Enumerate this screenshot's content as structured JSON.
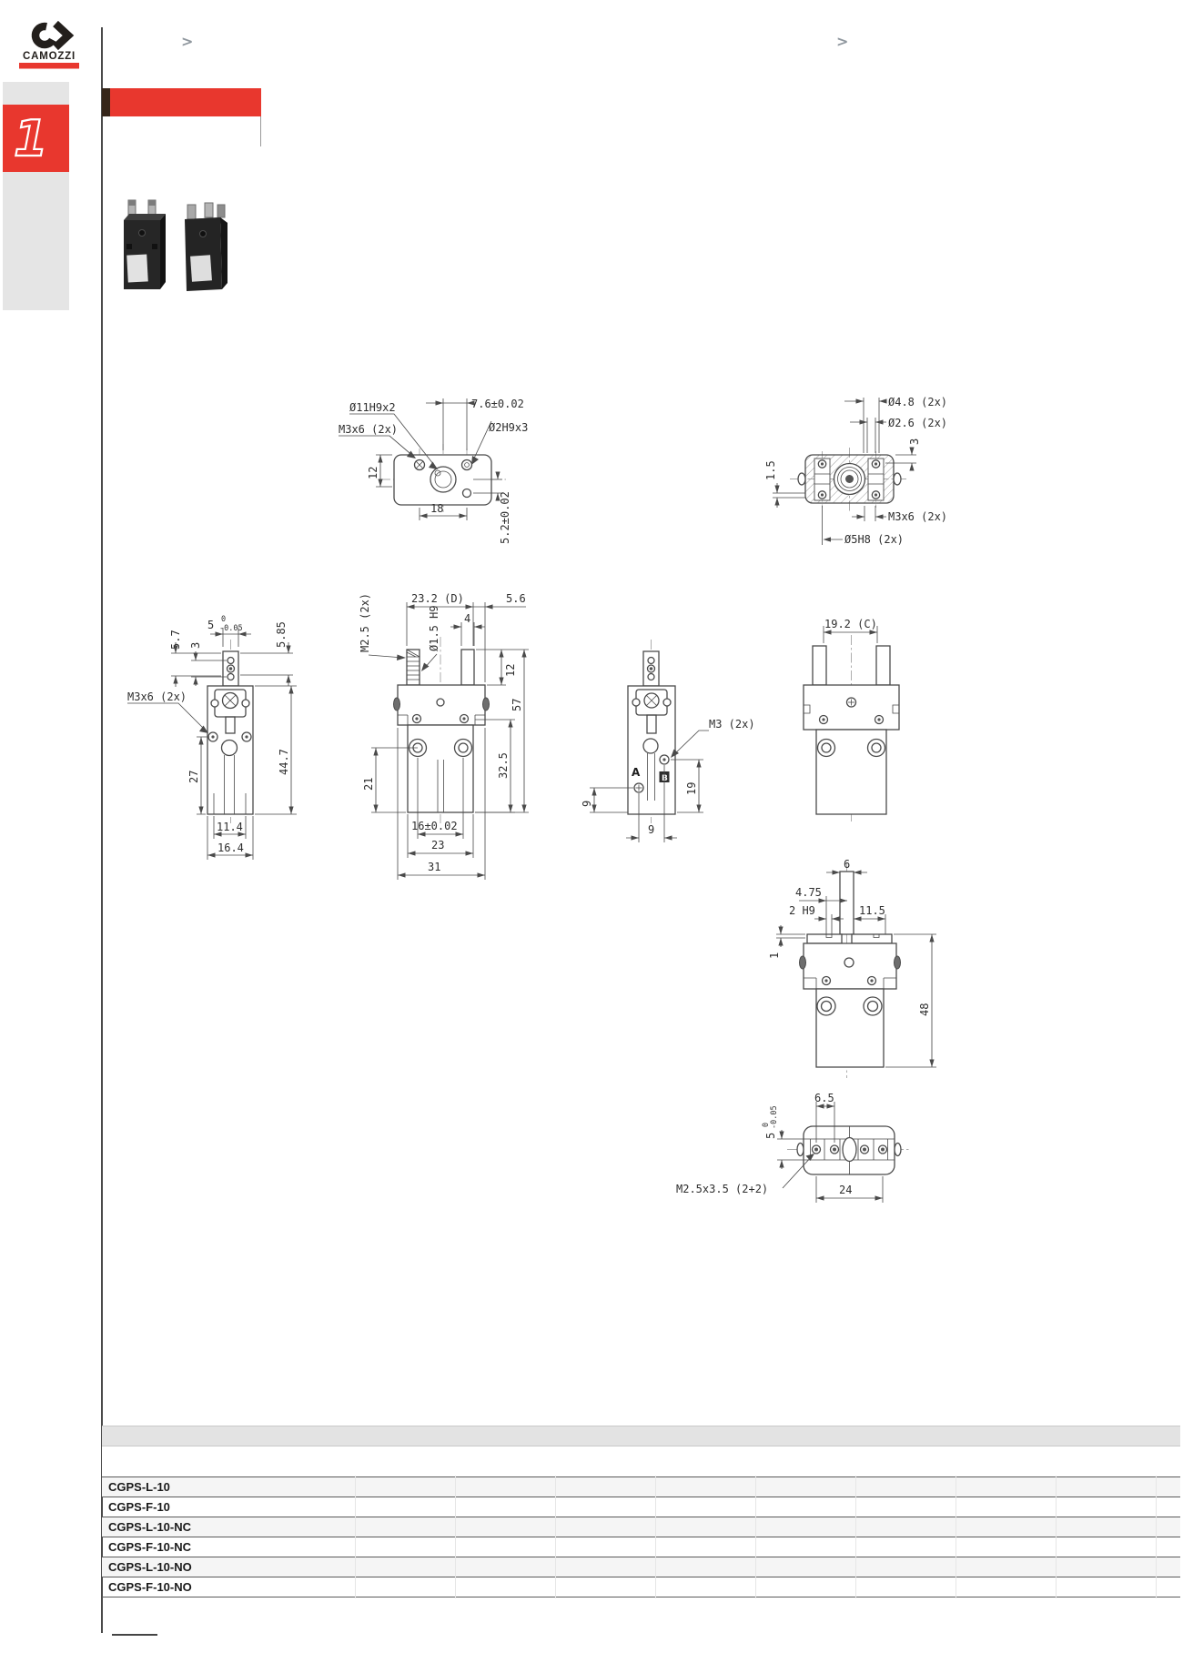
{
  "brand": {
    "name": "CAMOZZI"
  },
  "chrome": {
    "breadcrumb_left": ">",
    "breadcrumb_right": ">",
    "section_tab": "1"
  },
  "drawings": {
    "top_view": {
      "bore": "Ø11H9x2",
      "screw": "M3x6 (2x)",
      "pitch": "7.6±0.02",
      "hole": "Ø2H9x3",
      "h12": "12",
      "w18": "18",
      "v52": "5.2±0.02"
    },
    "bottom_view": {
      "d48": "Ø4.8 (2x)",
      "d26": "Ø2.6 (2x)",
      "d3": "3",
      "d15": "1.5",
      "m3": "M3x6 (2x)",
      "d5h8": "Ø5H8 (2x)"
    },
    "side_closed": {
      "w5": "5",
      "tol_top": "0",
      "tol_bot": "-0.05",
      "d585": "5.85",
      "d57": "5.7",
      "d3": "3",
      "m3": "M3x6 (2x)",
      "d27": "27",
      "d447": "44.7",
      "d114": "11.4",
      "d164": "16.4"
    },
    "front_view": {
      "d232": "23.2 (D)",
      "d56": "5.6",
      "m25": "M2.5 (2x)",
      "d15h9": "Ø1.5 H9",
      "d4": "4",
      "d12": "12",
      "d57": "57",
      "d21": "21",
      "d325": "32.5",
      "d16": "16±0.02",
      "d23": "23",
      "d31": "31"
    },
    "side_ports": {
      "m3": "M3 (2x)",
      "port_a": "A",
      "port_b": "B",
      "d19": "19",
      "d9v": "9",
      "d9h": "9"
    },
    "front_open": {
      "d192": "19.2 (C)"
    },
    "finger_front": {
      "d6": "6",
      "d475": "4.75",
      "d2h9": "2 H9",
      "d115": "11.5",
      "d1": "1",
      "d48": "48"
    },
    "jaw_top": {
      "d65": "6.5",
      "w5": "5",
      "tol_top": "0",
      "tol_bot": "-0.05",
      "m25": "M2.5x3.5 (2+2)",
      "d24": "24"
    }
  },
  "table": {
    "models": [
      "CGPS-L-10",
      "CGPS-F-10",
      "CGPS-L-10-NC",
      "CGPS-F-10-NC",
      "CGPS-L-10-NO",
      "CGPS-F-10-NO"
    ]
  }
}
